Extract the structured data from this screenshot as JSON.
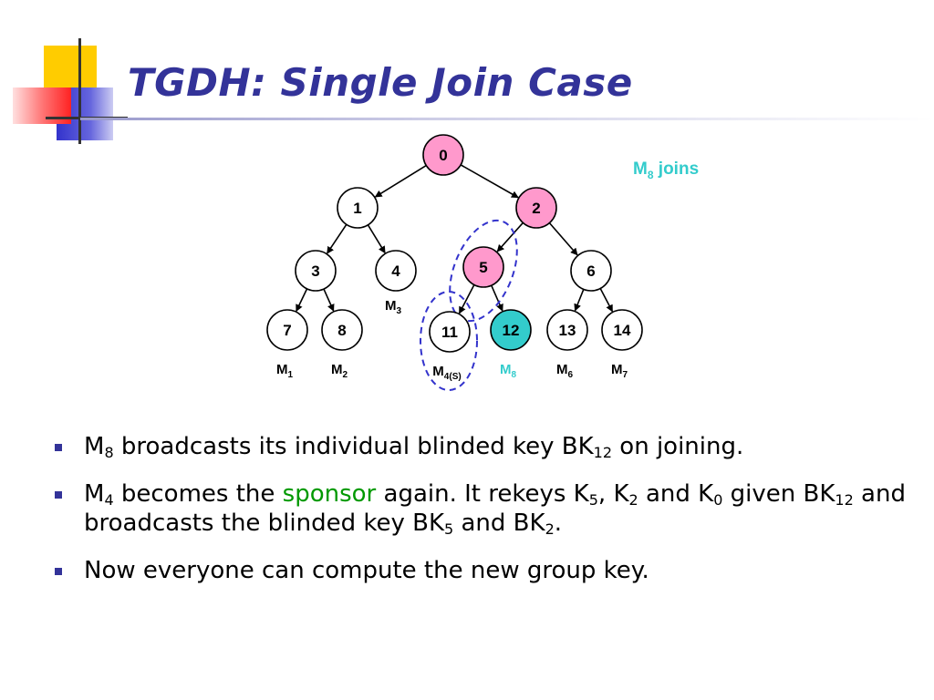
{
  "title": "TGDH: Single Join Case",
  "join_label": {
    "main": "M",
    "sub": "8",
    "rest": " joins"
  },
  "colors": {
    "title": "#333399",
    "pink": "#FF99CC",
    "teal": "#33CCCC",
    "dashed": "#3333CC",
    "sponsor": "#009900",
    "bullet": "#333399"
  },
  "tree": {
    "nodes": [
      {
        "id": "0",
        "highlight": "pink"
      },
      {
        "id": "1",
        "highlight": "none"
      },
      {
        "id": "2",
        "highlight": "pink"
      },
      {
        "id": "3",
        "highlight": "none"
      },
      {
        "id": "4",
        "highlight": "none"
      },
      {
        "id": "5",
        "highlight": "pink"
      },
      {
        "id": "6",
        "highlight": "none"
      },
      {
        "id": "7",
        "highlight": "none"
      },
      {
        "id": "8",
        "highlight": "none"
      },
      {
        "id": "11",
        "highlight": "none"
      },
      {
        "id": "12",
        "highlight": "teal"
      },
      {
        "id": "13",
        "highlight": "none"
      },
      {
        "id": "14",
        "highlight": "none"
      }
    ],
    "edges": [
      [
        "0",
        "1"
      ],
      [
        "0",
        "2"
      ],
      [
        "1",
        "3"
      ],
      [
        "1",
        "4"
      ],
      [
        "2",
        "5"
      ],
      [
        "2",
        "6"
      ],
      [
        "3",
        "7"
      ],
      [
        "3",
        "8"
      ],
      [
        "5",
        "11"
      ],
      [
        "5",
        "12"
      ],
      [
        "6",
        "13"
      ],
      [
        "6",
        "14"
      ]
    ],
    "members": [
      {
        "node": "7",
        "main": "M",
        "sub": "1"
      },
      {
        "node": "8",
        "main": "M",
        "sub": "2"
      },
      {
        "node": "4",
        "main": "M",
        "sub": "3"
      },
      {
        "node": "11",
        "main": "M",
        "sub": "4(S)"
      },
      {
        "node": "12",
        "main": "M",
        "sub": "8"
      },
      {
        "node": "13",
        "main": "M",
        "sub": "6"
      },
      {
        "node": "14",
        "main": "M",
        "sub": "7"
      }
    ]
  },
  "bullets": [
    [
      {
        "t": "M"
      },
      {
        "t": "8",
        "sub": true
      },
      {
        "t": " broadcasts its individual blinded key BK"
      },
      {
        "t": "12",
        "sub": true
      },
      {
        "t": " on joining."
      }
    ],
    [
      {
        "t": "M"
      },
      {
        "t": "4",
        "sub": true
      },
      {
        "t": " becomes the "
      },
      {
        "t": "sponsor",
        "green": true
      },
      {
        "t": " again. It rekeys K"
      },
      {
        "t": "5",
        "sub": true
      },
      {
        "t": ", K"
      },
      {
        "t": "2",
        "sub": true
      },
      {
        "t": " and K"
      },
      {
        "t": "0",
        "sub": true
      },
      {
        "t": " given BK"
      },
      {
        "t": "12",
        "sub": true
      },
      {
        "t": " and broadcasts the blinded key BK"
      },
      {
        "t": "5",
        "sub": true
      },
      {
        "t": " and BK"
      },
      {
        "t": "2",
        "sub": true
      },
      {
        "t": "."
      }
    ],
    [
      {
        "t": "Now everyone can compute the new group key."
      }
    ]
  ]
}
